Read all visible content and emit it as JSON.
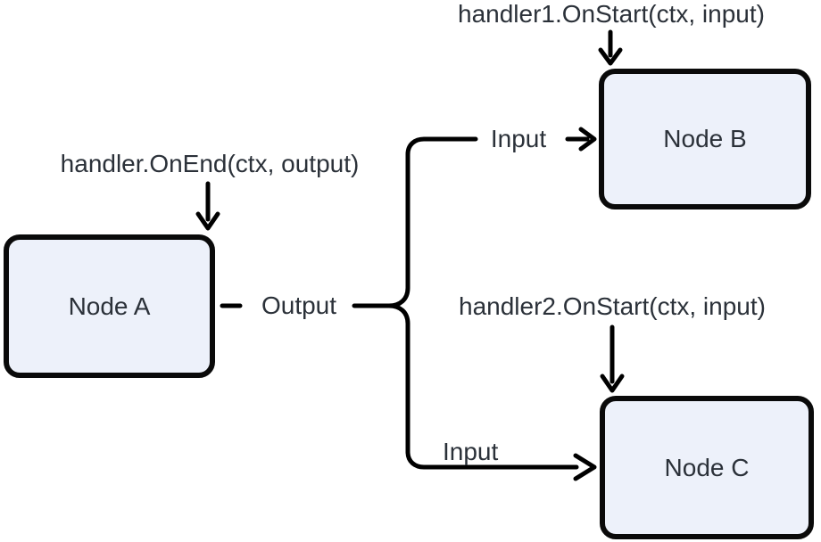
{
  "diagram": {
    "nodes": [
      {
        "id": "node-a",
        "label": "Node A"
      },
      {
        "id": "node-b",
        "label": "Node B"
      },
      {
        "id": "node-c",
        "label": "Node C"
      }
    ],
    "annotations": {
      "on_end": "handler.OnEnd(ctx, output)",
      "on_start_1": "handler1.OnStart(ctx, input)",
      "on_start_2": "handler2.OnStart(ctx, input)"
    },
    "edge_labels": {
      "output": "Output",
      "input_b": "Input",
      "input_c": "Input"
    },
    "edges": [
      {
        "from": "Node A",
        "to": "Node B",
        "label": "Output -> Input"
      },
      {
        "from": "Node A",
        "to": "Node C",
        "label": "Output -> Input"
      }
    ],
    "colors": {
      "line": "#000000",
      "node_fill": "#edf1fa",
      "node_border": "#0a0a0a",
      "text": "#2b3139",
      "background": "#ffffff"
    }
  }
}
